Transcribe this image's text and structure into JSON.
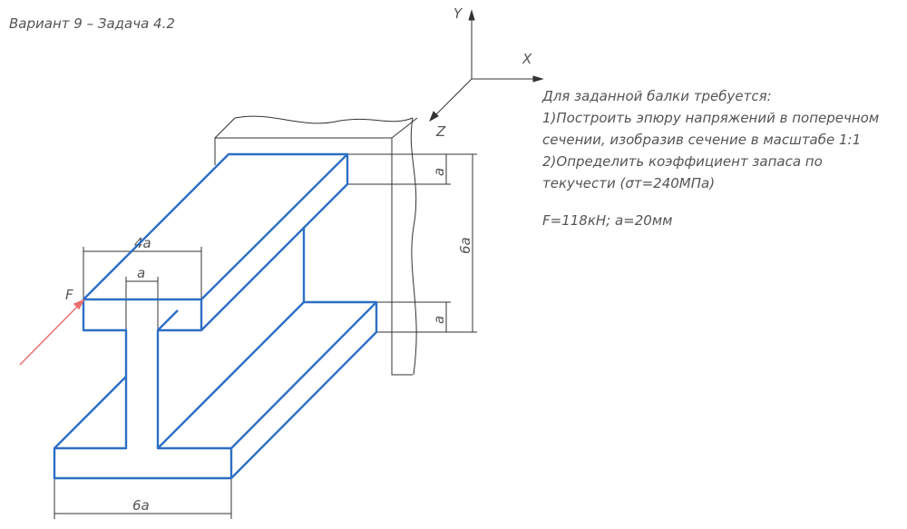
{
  "title": "Вариант 9 – Задача 4.2",
  "axes": {
    "y": "Y",
    "x": "X",
    "z": "Z"
  },
  "task": {
    "lines": [
      "Для заданной балки требуется:",
      "1)Построить эпюру напряжений в поперечном",
      "сечении, изобразив сечение в масштабе 1:1",
      "2)Определить коэффициент запаса по",
      "текучести (σт=240МПа)"
    ],
    "params": "F=118кН;  a=20мм"
  },
  "dimensions": {
    "flange_width": "4a",
    "web_width": "a",
    "bottom_width": "6a",
    "height": "6a",
    "top_thickness": "a",
    "bottom_thickness": "a"
  },
  "force_label": "F",
  "colors": {
    "beam": "#2d6fc4",
    "force": "#e87070",
    "lines": "#333333"
  }
}
